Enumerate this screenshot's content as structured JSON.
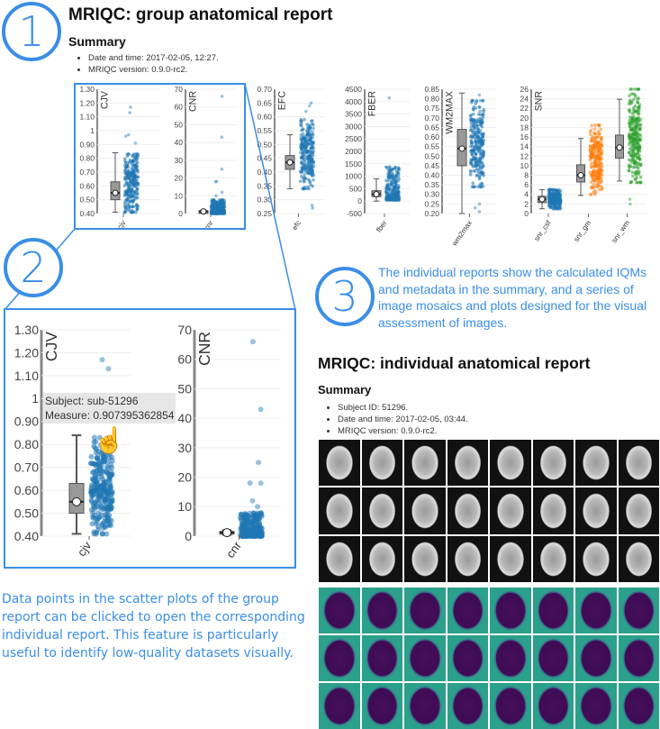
{
  "callouts": [
    "1",
    "2",
    "3"
  ],
  "group": {
    "title": "MRIQC: group anatomical report",
    "summary": "Summary",
    "bullets": [
      "Date and time: 2017-02-05, 12:27.",
      "MRIQC version: 0.9.0-rc2."
    ]
  },
  "annotation_3": "The individual reports show the calculated IQMs and metadata in the summary, and a series of image mosaics and plots designed for the visual assessment of images.",
  "annotation_2": "Data points in the scatter plots of the group report can be clicked to open the corresponding individual report. This feature is particularly useful to identify low-quality datasets visually.",
  "tooltip": {
    "subject": "Subject: sub-51296",
    "measure": "Measure: 0.907395362854"
  },
  "individual": {
    "title": "MRIQC: individual anatomical report",
    "summary": "Summary",
    "bullets": [
      "Subject ID: 51296.",
      "Date and time: 2017-02-05, 03:44.",
      "MRIQC version: 0.9.0-rc2."
    ]
  },
  "colors": {
    "accent": "#3a8ee6",
    "blue": "#1f77b4",
    "orange": "#ff7f0e",
    "green": "#2ca02c"
  },
  "chart_data": [
    {
      "type": "box+strip",
      "ylabel": "CJV",
      "ylim": [
        0.4,
        1.3
      ],
      "ticks": [
        "0.40",
        "0.50",
        "0.60",
        "0.70",
        "0.80",
        "0.90",
        "1",
        "1.10",
        "1.20",
        "1.30"
      ],
      "series": [
        {
          "label": "cjv",
          "color": "#1f77b4",
          "box": [
            0.41,
            0.5,
            0.55,
            0.63,
            0.84
          ],
          "range": [
            0.41,
            0.83
          ],
          "outliers": [
            0.97,
            0.96,
            0.91,
            1.17,
            1.13
          ]
        }
      ]
    },
    {
      "type": "box+strip",
      "ylabel": "CNR",
      "ylim": [
        0,
        70
      ],
      "ticks": [
        "0",
        "10",
        "20",
        "30",
        "40",
        "50",
        "60",
        "70"
      ],
      "series": [
        {
          "label": "cnr",
          "color": "#1f77b4",
          "box": [
            0.5,
            0.8,
            1.2,
            1.6,
            2
          ],
          "range": [
            0,
            8
          ],
          "outliers": [
            66,
            43,
            25,
            18,
            18,
            12,
            10
          ]
        }
      ]
    },
    {
      "type": "box+strip",
      "ylabel": "EFC",
      "ylim": [
        0.25,
        0.7
      ],
      "ticks": [
        "0.25",
        "0.30",
        "0.35",
        "0.40",
        "0.45",
        "0.50",
        "0.55",
        "0.60",
        "0.65",
        "0.70"
      ],
      "series": [
        {
          "label": "efc",
          "color": "#1f77b4",
          "box": [
            0.34,
            0.41,
            0.435,
            0.46,
            0.535
          ],
          "range": [
            0.34,
            0.59
          ],
          "outliers": [
            0.27,
            0.28,
            0.65,
            0.64,
            0.62
          ]
        }
      ]
    },
    {
      "type": "box+strip",
      "ylabel": "FBER",
      "ylim": [
        -500,
        4500
      ],
      "ticks": [
        "-500",
        "0",
        "500",
        "1000",
        "1500",
        "2000",
        "2500",
        "3000",
        "3500",
        "4000",
        "4500"
      ],
      "series": [
        {
          "label": "fber",
          "color": "#1f77b4",
          "box": [
            0,
            180,
            280,
            420,
            900
          ],
          "range": [
            50,
            1400
          ],
          "outliers": [
            4150
          ]
        }
      ]
    },
    {
      "type": "box+strip",
      "ylabel": "WM2MAX",
      "ylim": [
        0.2,
        0.85
      ],
      "ticks": [
        "0.20",
        "0.25",
        "0.30",
        "0.35",
        "0.40",
        "0.45",
        "0.50",
        "0.55",
        "0.60",
        "0.65",
        "0.70",
        "0.75",
        "0.80",
        "0.85"
      ],
      "series": [
        {
          "label": "wm2max",
          "color": "#1f77b4",
          "box": [
            0.2,
            0.45,
            0.54,
            0.64,
            0.83
          ],
          "range": [
            0.34,
            0.79
          ],
          "outliers": [
            0.23,
            0.25,
            0.21,
            0.82
          ]
        }
      ]
    },
    {
      "type": "box+strip",
      "ylabel": "SNR",
      "ylim": [
        0,
        26
      ],
      "ticks": [
        "0",
        "2",
        "4",
        "6",
        "8",
        "10",
        "12",
        "14",
        "16",
        "18",
        "20",
        "22",
        "24",
        "26"
      ],
      "series": [
        {
          "label": "snr_csf",
          "color": "#1f77b4",
          "box": [
            1,
            2.3,
            3,
            3.6,
            5
          ],
          "range": [
            1,
            5
          ],
          "outliers": []
        },
        {
          "label": "snr_gm",
          "color": "#ff7f0e",
          "box": [
            3.8,
            6.6,
            8,
            10.2,
            15.7
          ],
          "range": [
            4,
            18.5
          ],
          "outliers": []
        },
        {
          "label": "snr_wm",
          "color": "#2ca02c",
          "box": [
            6.8,
            11.6,
            13.8,
            16.4,
            23.9
          ],
          "range": [
            6.5,
            26
          ],
          "outliers": [
            2,
            3
          ]
        }
      ]
    }
  ]
}
